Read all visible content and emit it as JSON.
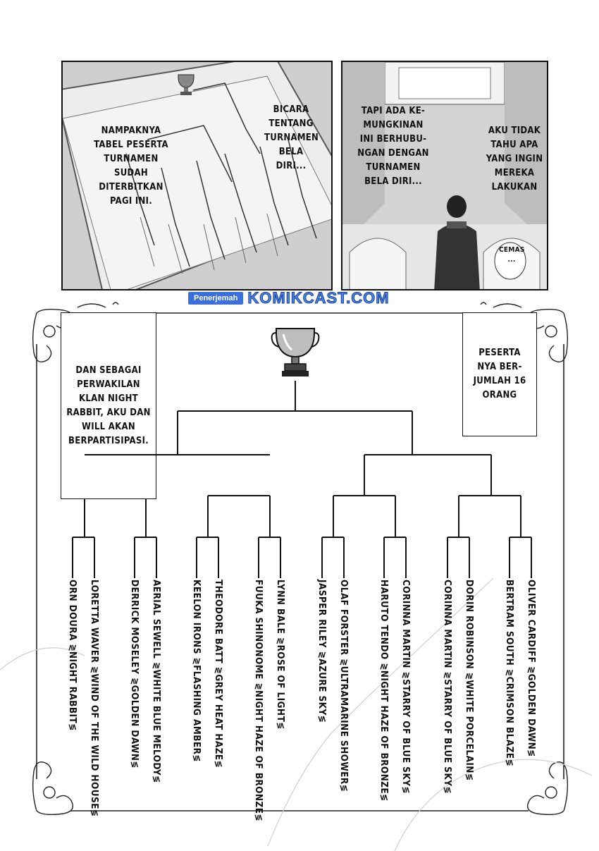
{
  "panels": {
    "left_caption": "NAMPAKNYA TABEL PESERTA TURNAMEN SUDAH DITERBITKAN PAGI INI.",
    "left_bubble": "BICARA TENTANG TURNAMEN BELA DIRI...",
    "right_caption": "TAPI ADA KE-MUNGKINAN INI BERHUBU-NGAN DENGAN TURNAMEN BELA DIRI...",
    "right_bubble": "AKU TIDAK TAHU APA YANG INGIN MEREKA LAKUKAN",
    "right_sfx": "CEMAS ..."
  },
  "credit": {
    "label": "Penerjemah",
    "site": "KOMIKCAST.COM"
  },
  "boxes": {
    "left_text": "DAN SEBAGAI PERWAKILAN KLAN NIGHT RABBIT, AKU DAN WILL AKAN BERPARTISIPASI.",
    "right_text": "PESERTA NYA BER-JUMLAH 16 ORANG"
  },
  "participants": [
    "ORN DOURA ≷NIGHT RABBIT≶",
    "LORETTA WAVER ≷WIND OF THE WILD HOUSE≶",
    "DERRICK MOSELEY ≷GOLDEN DAWN≶",
    "AERIAL SEWELL ≷WHITE BLUE MELODY≶",
    "KEELON IRONS ≷FLASHING AMBER≶",
    "THEODORE BATT ≷GREY HEAT HAZE≶",
    "FUUKA SHINONOME ≷NIGHT HAZE OF BRONZE≶",
    "LYNN BALE ≷ROSE OF LIGHT≶",
    "JASPER RILEY ≷AZURE SKY≶",
    "OLAF FORSTER ≷ULTRAMARINE SHOWER≶",
    "HARUTO TENDO ≷NIGHT HAZE OF BRONZE≶",
    "CORINNA MARTIN ≷STARRY OF BLUE SKY≶",
    "CORINNA MARTIN ≷STARRY OF BLUE SKY≶",
    "DORIN ROBINSON ≷WHITE PORCELAIN≶",
    "BERTRAM SOUTH ≷CRIMSON BLAZE≶",
    "OLIVER CARDIFF ≷GOLDEN DAWN≶"
  ],
  "icons": {
    "trophy": "trophy-icon"
  }
}
